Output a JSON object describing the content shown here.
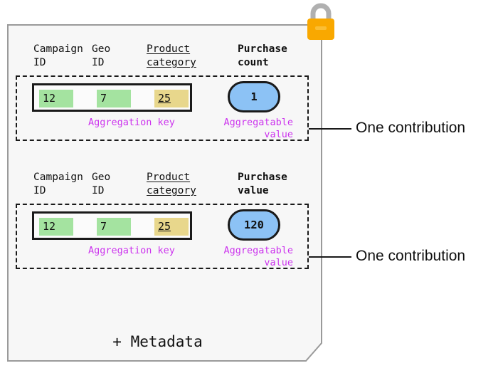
{
  "diagram": {
    "title_text": "",
    "colors": {
      "card_bg": "#f7f7f7",
      "card_border": "#9a9a9a",
      "key_cell_green": "#a4e3a0",
      "key_cell_yellow": "#e8d78c",
      "value_pill_blue": "#8cc2f5",
      "annotation_purple": "#cc33ee",
      "lock_body": "#f9a800",
      "lock_shackle": "#b0b0b0",
      "ink": "#1a1a1a"
    }
  },
  "lock": {
    "icon": "padlock-icon",
    "label": "encrypted"
  },
  "blocks": [
    {
      "headers": [
        {
          "text": "Campaign\nID",
          "bold": false,
          "underline": false
        },
        {
          "text": "Geo\nID",
          "bold": false,
          "underline": false
        },
        {
          "text": "Product\ncategory",
          "bold": false,
          "underline": true
        },
        {
          "text": "Purchase\ncount",
          "bold": true,
          "underline": false
        }
      ],
      "key_cells": [
        {
          "value": "12",
          "color": "green",
          "underline": false
        },
        {
          "value": "7",
          "color": "green",
          "underline": false
        },
        {
          "value": "25",
          "color": "yellow",
          "underline": true
        }
      ],
      "aggregatable_value": "1",
      "key_label": "Aggregation key",
      "value_label": "Aggregatable\nvalue",
      "callout": "One contribution"
    },
    {
      "headers": [
        {
          "text": "Campaign\nID",
          "bold": false,
          "underline": false
        },
        {
          "text": "Geo\nID",
          "bold": false,
          "underline": false
        },
        {
          "text": "Product\ncategory",
          "bold": false,
          "underline": true
        },
        {
          "text": "Purchase\nvalue",
          "bold": true,
          "underline": false
        }
      ],
      "key_cells": [
        {
          "value": "12",
          "color": "green",
          "underline": false
        },
        {
          "value": "7",
          "color": "green",
          "underline": false
        },
        {
          "value": "25",
          "color": "yellow",
          "underline": true
        }
      ],
      "aggregatable_value": "120",
      "key_label": "Aggregation key",
      "value_label": "Aggregatable\nvalue",
      "callout": "One contribution"
    }
  ],
  "footer": {
    "metadata_text": "+ Metadata"
  }
}
